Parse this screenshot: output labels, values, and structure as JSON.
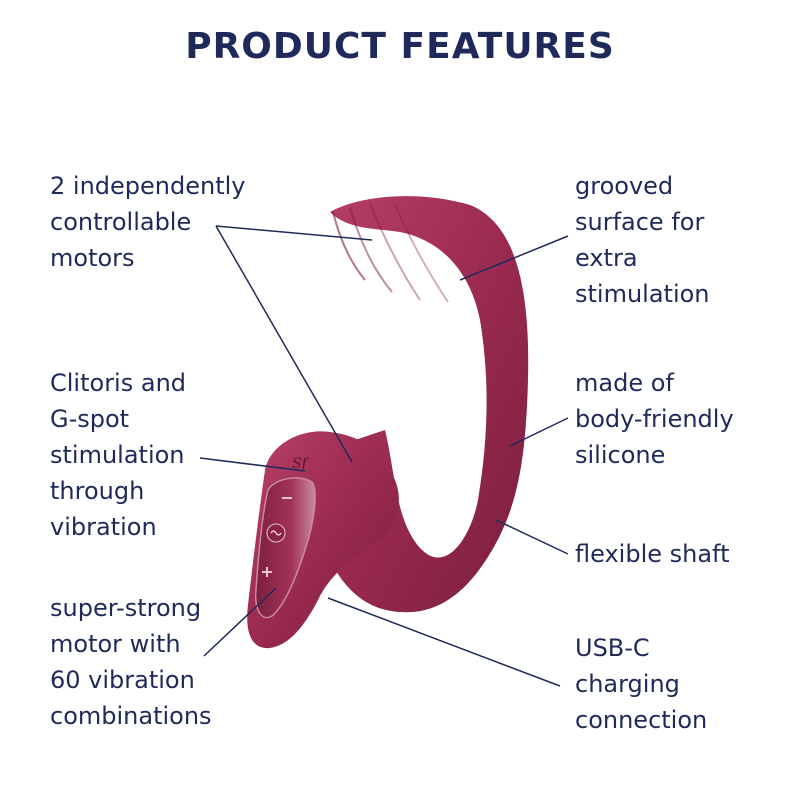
{
  "title": "PRODUCT FEATURES",
  "colors": {
    "text": "#1f2a5a",
    "product": "#9b2a50",
    "background": "#ffffff"
  },
  "features": {
    "motors": "2 independently\ncontrollable\nmotors",
    "clitoris": "Clitoris and\nG-spot\nstimulation\nthrough\nvibration",
    "vibration": "super-strong\nmotor with\n60 vibration\ncombinations",
    "grooved": "grooved\nsurface for\nextra\nstimulation",
    "silicone": "made of\nbody-friendly\nsilicone",
    "shaft": "flexible shaft",
    "usb": "USB-C\ncharging\nconnection"
  },
  "device": {
    "logo_text": "Sf",
    "control_icons": [
      "minus-icon",
      "wave-icon",
      "plus-icon"
    ]
  }
}
